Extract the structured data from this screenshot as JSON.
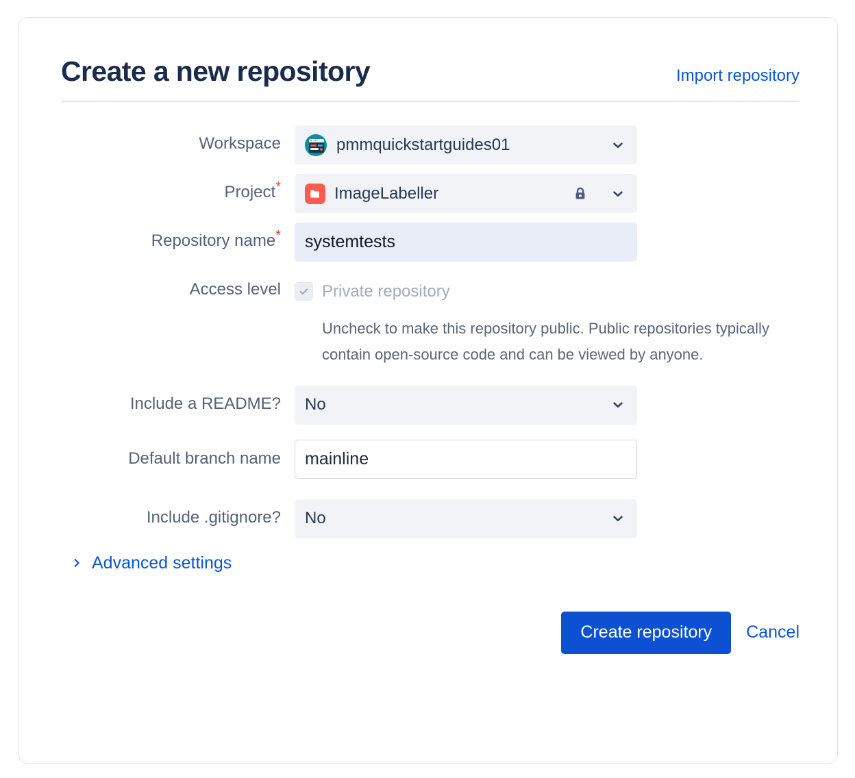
{
  "header": {
    "title": "Create a new repository",
    "import_link": "Import repository"
  },
  "form": {
    "workspace": {
      "label": "Workspace",
      "value": "pmmquickstartguides01",
      "avatar_icon": "workspace-avatar-icon",
      "chevron_icon": "chevron-down-icon"
    },
    "project": {
      "label": "Project",
      "required_marker": "*",
      "value": "ImageLabeller",
      "project_icon": "folder-icon",
      "lock_icon": "lock-icon",
      "chevron_icon": "chevron-down-icon"
    },
    "repository_name": {
      "label": "Repository name",
      "required_marker": "*",
      "value": "systemtests",
      "placeholder": ""
    },
    "access_level": {
      "label": "Access level",
      "checkbox_label": "Private repository",
      "checked": true,
      "disabled": true,
      "check_icon": "check-icon",
      "help_text": "Uncheck to make this repository public. Public repositories typically contain open-source code and can be viewed by anyone."
    },
    "include_readme": {
      "label": "Include a README?",
      "value": "No",
      "chevron_icon": "chevron-down-icon"
    },
    "default_branch_name": {
      "label": "Default branch name",
      "value": "mainline",
      "placeholder": ""
    },
    "include_gitignore": {
      "label": "Include .gitignore?",
      "value": "No",
      "chevron_icon": "chevron-down-icon"
    },
    "advanced_settings": {
      "label": "Advanced settings",
      "caret_icon": "chevron-right-icon",
      "expanded": false
    }
  },
  "actions": {
    "create_label": "Create repository",
    "cancel_label": "Cancel"
  },
  "colors": {
    "primary_button": "#0c51d1",
    "link": "#0b55d3",
    "title": "#1c2b4b",
    "label": "#566077",
    "required": "#e8432c",
    "project_icon_bg": "#fb5b50",
    "workspace_avatar_bg": "#0e8ba0",
    "field_bg": "#f2f3f6",
    "focused_field_bg": "#e9edf8",
    "disabled_text": "#a3aab9"
  }
}
